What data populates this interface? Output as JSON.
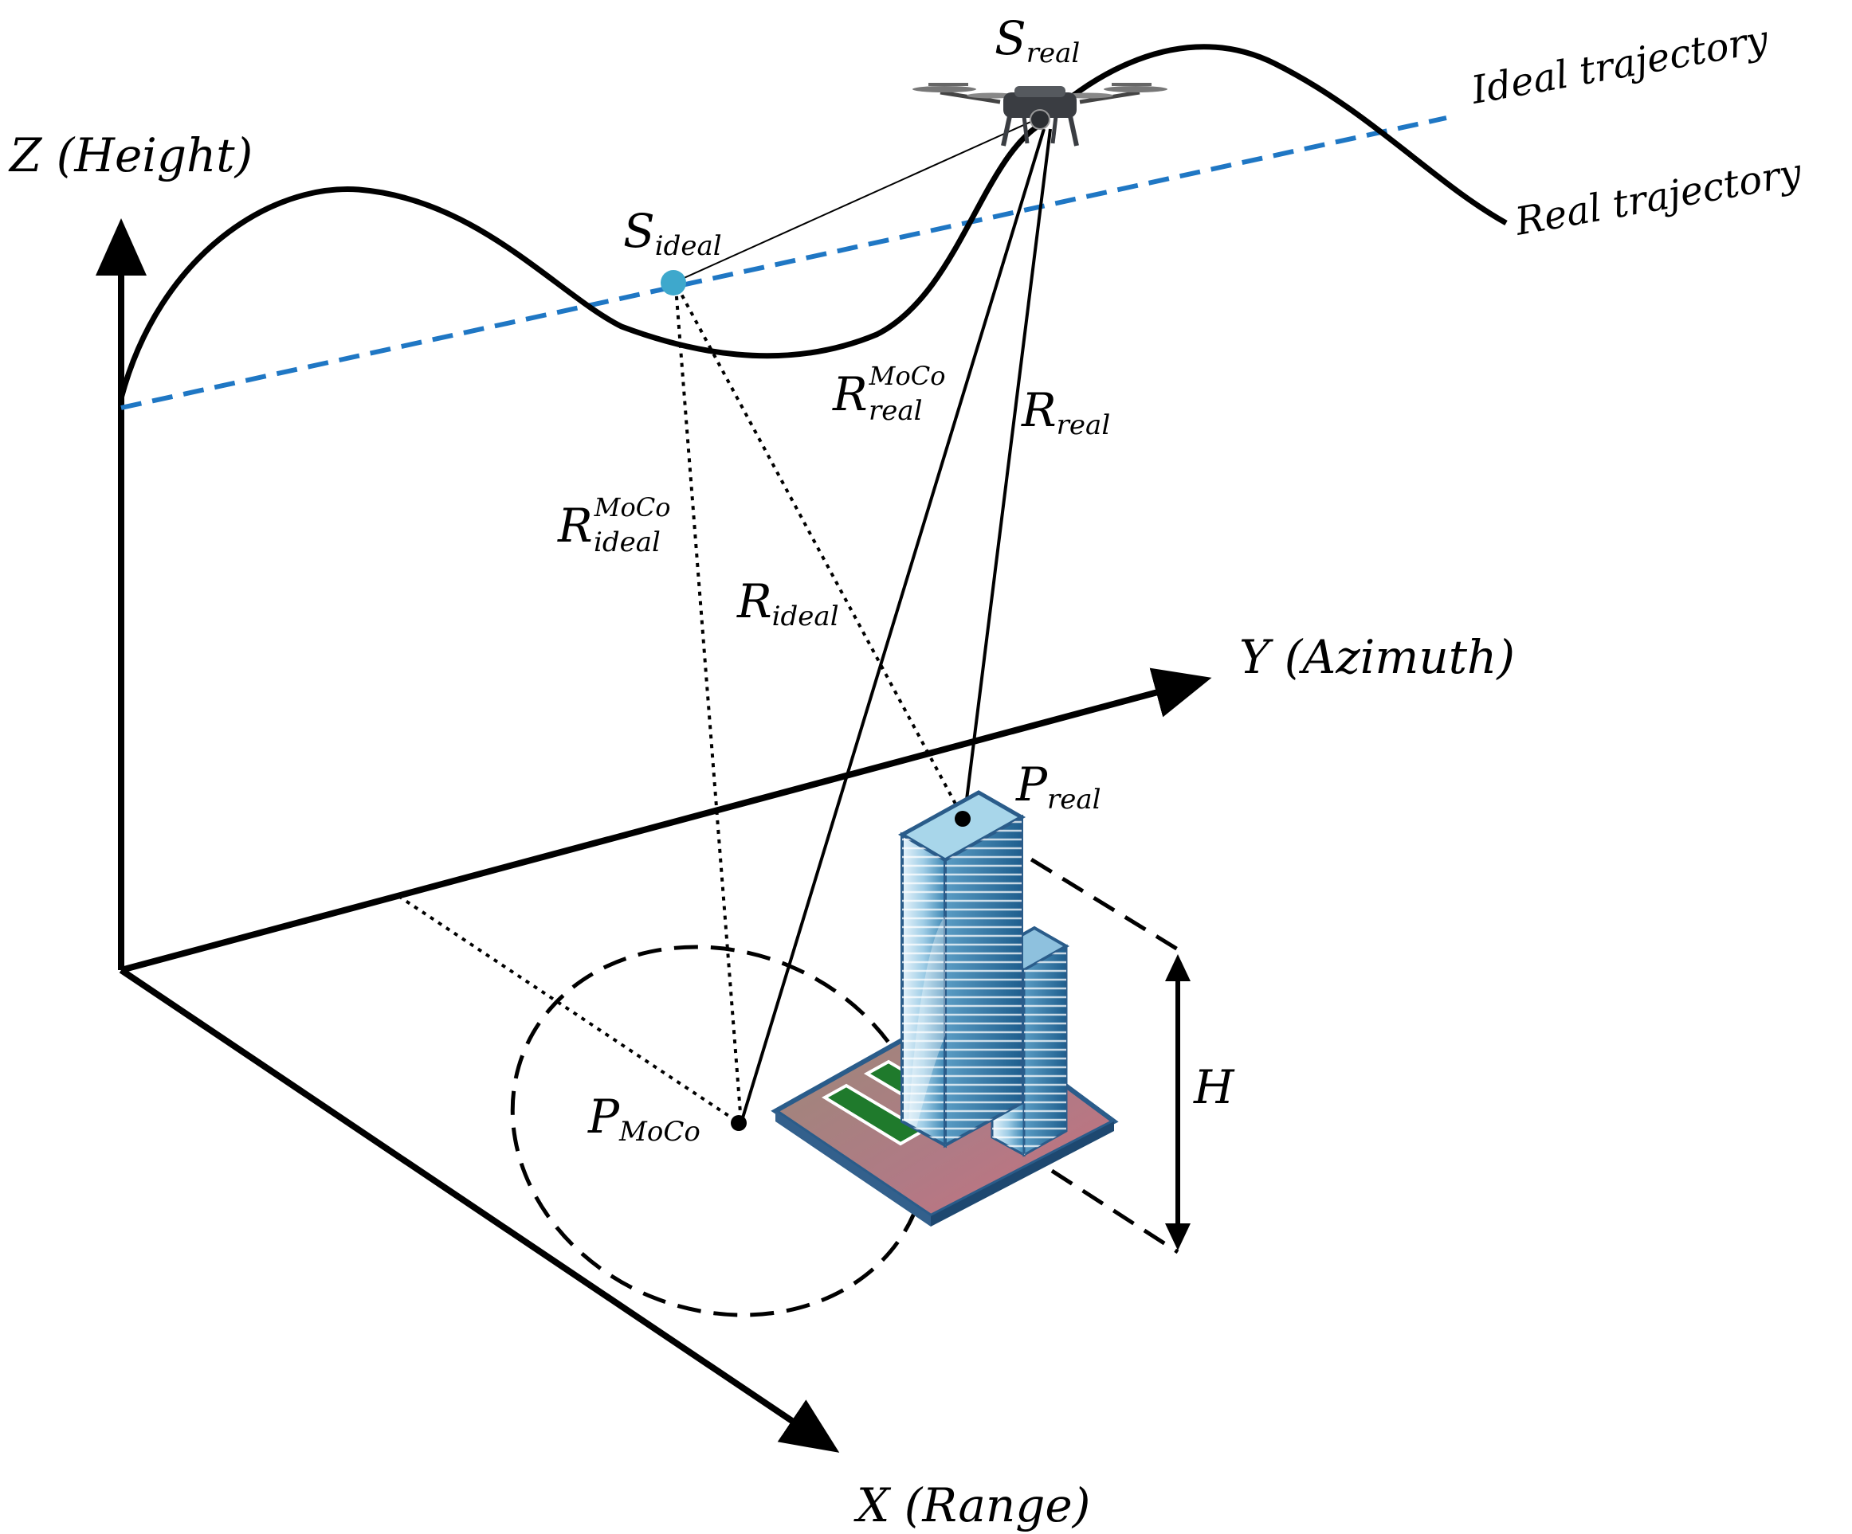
{
  "axes": {
    "z_label": "Z (Height)",
    "y_label": "Y (Azimuth)",
    "x_label": "X (Range)"
  },
  "trajectories": {
    "ideal_label": "Ideal trajectory",
    "real_label": "Real trajectory",
    "ideal_color": "#1f77c4",
    "real_color": "#000000"
  },
  "points": {
    "s_real": {
      "main": "S",
      "sub": "real"
    },
    "s_ideal": {
      "main": "S",
      "sub": "ideal",
      "color": "#3ea8cc"
    },
    "p_real": {
      "main": "P",
      "sub": "real"
    },
    "p_moco": {
      "main": "P",
      "sub": "MoCo"
    }
  },
  "ranges": {
    "r_real_moco": {
      "main": "R",
      "sub": "real",
      "sup": "MoCo"
    },
    "r_real": {
      "main": "R",
      "sub": "real"
    },
    "r_ideal_moco": {
      "main": "R",
      "sub": "ideal",
      "sup": "MoCo"
    },
    "r_ideal": {
      "main": "R",
      "sub": "ideal"
    }
  },
  "height": {
    "label": "H"
  },
  "icons": {
    "drone": "drone-icon",
    "building": "building-icon"
  }
}
